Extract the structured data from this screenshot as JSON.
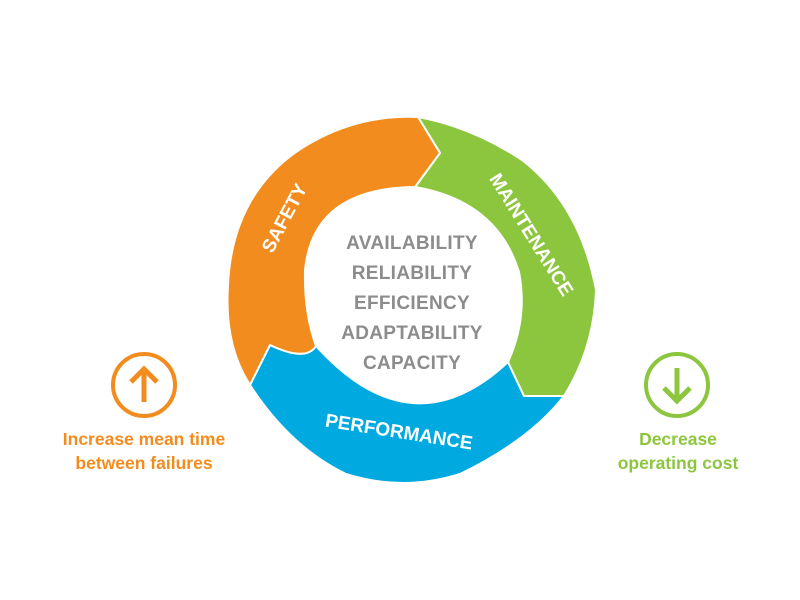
{
  "colors": {
    "safety": "#f28c1e",
    "maintenance": "#8cc63e",
    "performance": "#00a9e0",
    "center_text": "#8c8c8c",
    "increase": "#f28c1e",
    "decrease": "#8cc63e"
  },
  "cycle": {
    "segments": [
      {
        "label": "SAFETY"
      },
      {
        "label": "MAINTENANCE"
      },
      {
        "label": "PERFORMANCE"
      }
    ],
    "center_items": [
      "AVAILABILITY",
      "RELIABILITY",
      "EFFICIENCY",
      "ADAPTABILITY",
      "CAPACITY"
    ]
  },
  "left": {
    "icon": "up-arrow-icon",
    "line1": "Increase mean time",
    "line2": "between failures"
  },
  "right": {
    "icon": "down-arrow-icon",
    "line1": "Decrease",
    "line2": "operating cost"
  }
}
